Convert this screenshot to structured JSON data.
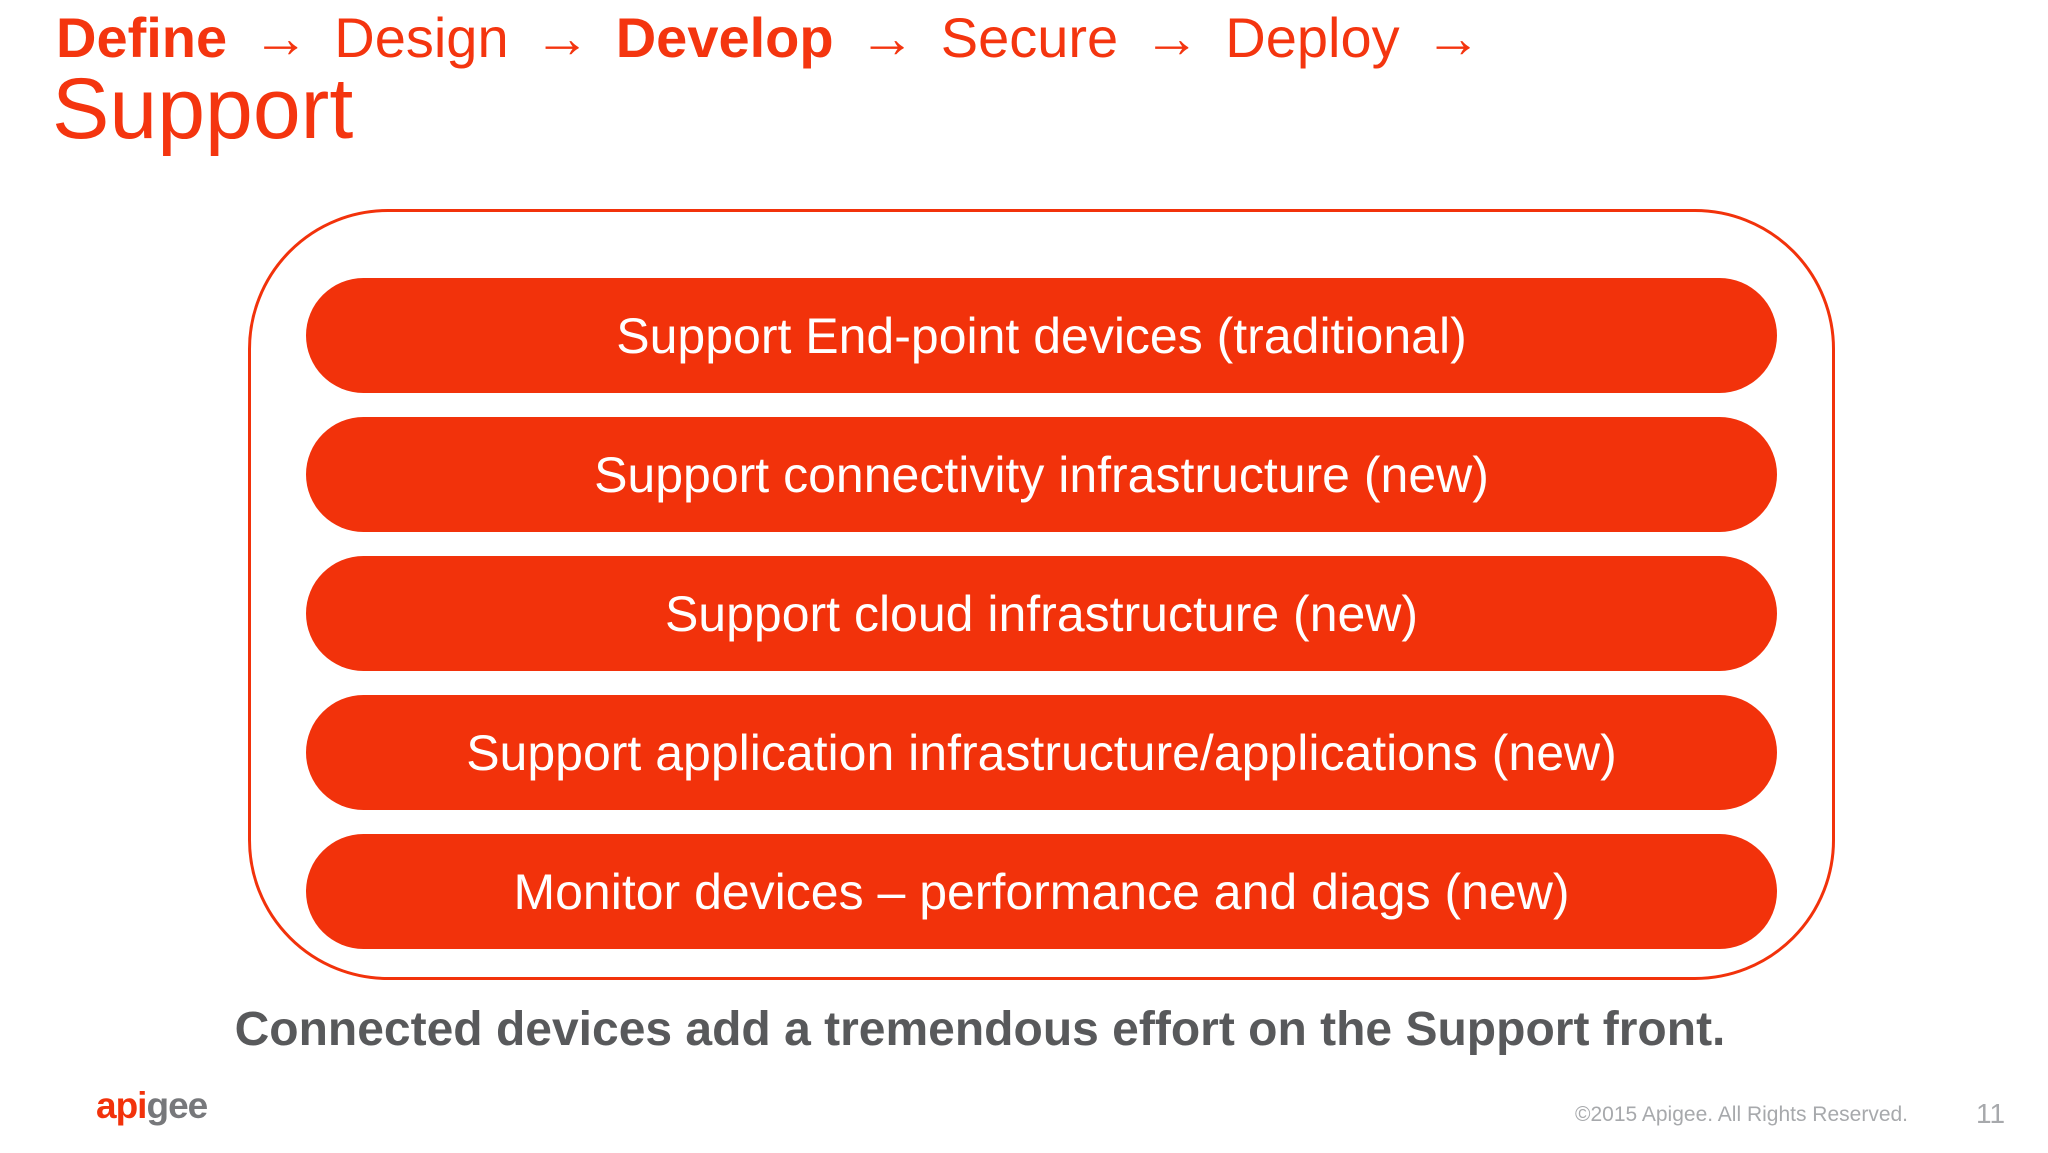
{
  "slide": {
    "breadcrumb": {
      "arrow": "→",
      "items": [
        {
          "label": "Define",
          "bold": true
        },
        {
          "label": "Design",
          "bold": false
        },
        {
          "label": "Develop",
          "bold": true
        },
        {
          "label": "Secure",
          "bold": false
        },
        {
          "label": "Deploy",
          "bold": false
        }
      ],
      "trailing_arrow": "→"
    },
    "title": "Support",
    "pills": [
      "Support End-point devices (traditional)",
      "Support connectivity infrastructure (new)",
      "Support cloud infrastructure (new)",
      "Support application infrastructure/applications (new)",
      "Monitor devices – performance and diags (new)"
    ],
    "statement": "Connected devices add a tremendous effort on the Support front.",
    "footer": {
      "logo_part1": "api",
      "logo_part2": "gee",
      "copyright": "©2015 Apigee. All Rights Reserved.",
      "page_number": "11"
    },
    "colors": {
      "accent_red": "#f2320b",
      "heading_red": "#f4350f",
      "statement_gray": "#58595b",
      "footer_gray": "#a7a9ac",
      "logo_gray": "#77787b",
      "pill_text": "#ffffff"
    }
  }
}
